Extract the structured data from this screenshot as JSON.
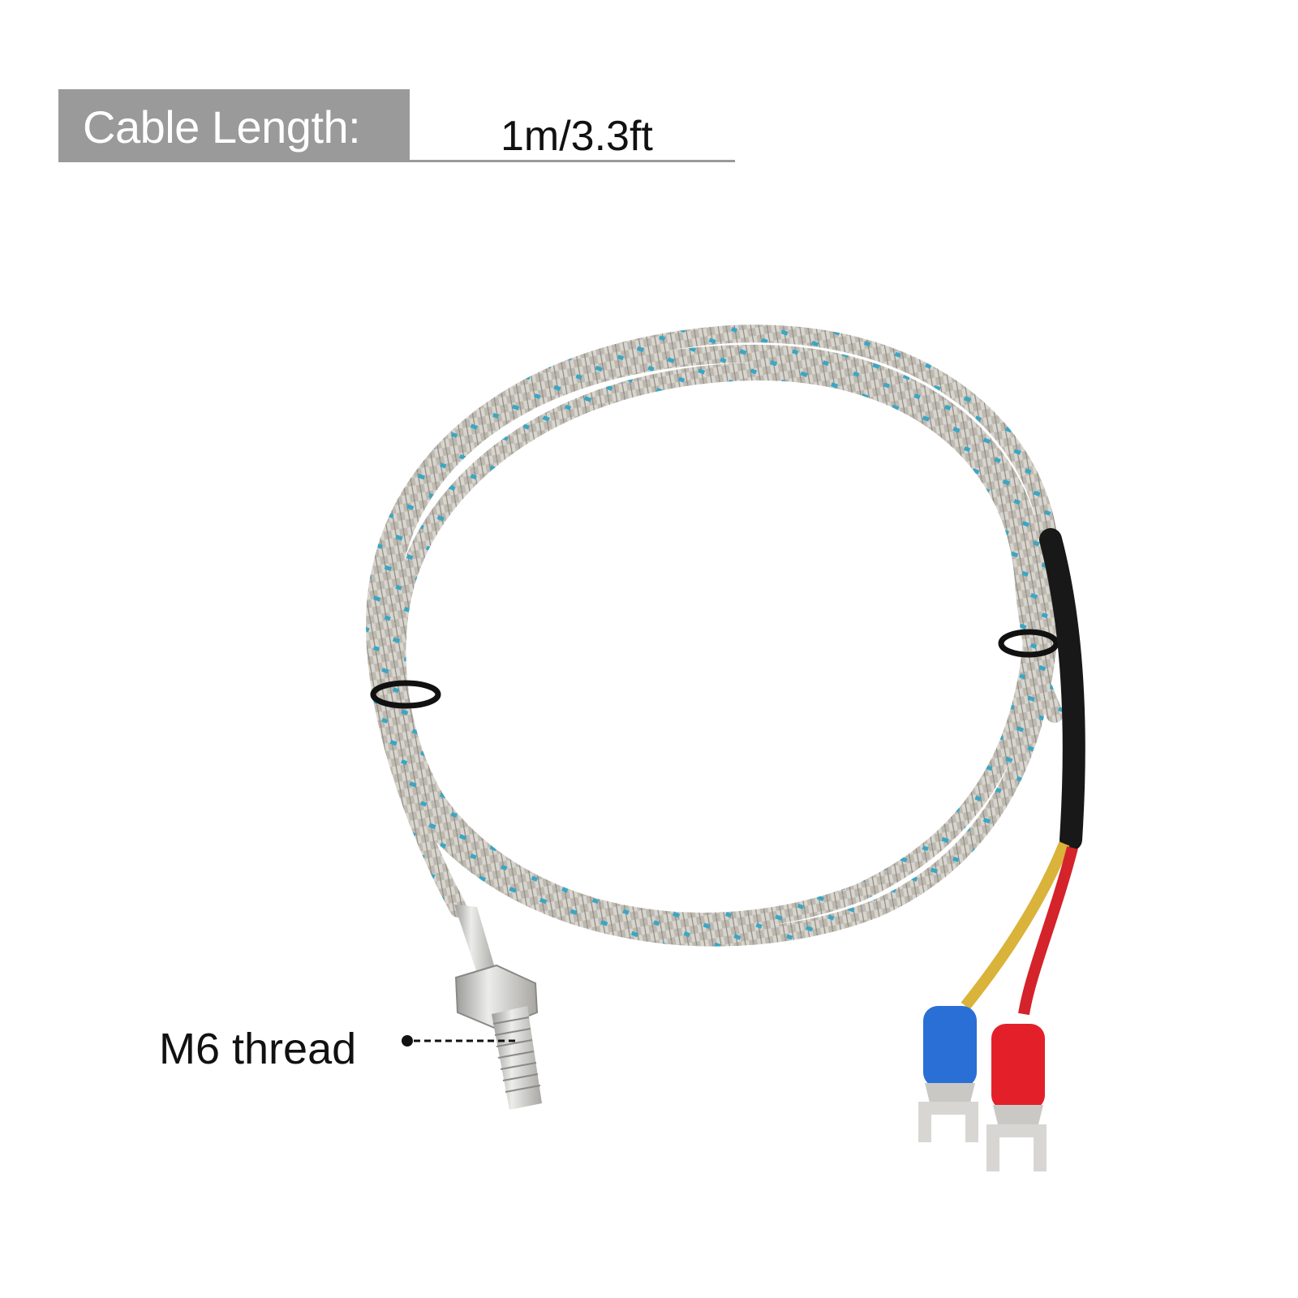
{
  "spec": {
    "label": "Cable Length:",
    "value": "1m/3.3ft"
  },
  "callouts": [
    {
      "label": "M6 thread"
    }
  ],
  "product": {
    "name": "thermocouple-probe",
    "parts": [
      "braided-cable",
      "cable-ties",
      "heat-shrink-sleeve",
      "probe-tip",
      "hex-nut",
      "threaded-stud",
      "yellow-lead",
      "red-lead",
      "blue-spade-terminal",
      "red-spade-terminal"
    ]
  },
  "colors": {
    "label_bg": "#9a9a9a",
    "cable": "#b9b5ac",
    "cable_dots": "#3aa6c4",
    "sleeve": "#1a1a1a",
    "lead_yellow": "#d9b33a",
    "lead_red": "#d4232a",
    "terminal_blue": "#2a6fd6",
    "terminal_red": "#e3202a"
  }
}
